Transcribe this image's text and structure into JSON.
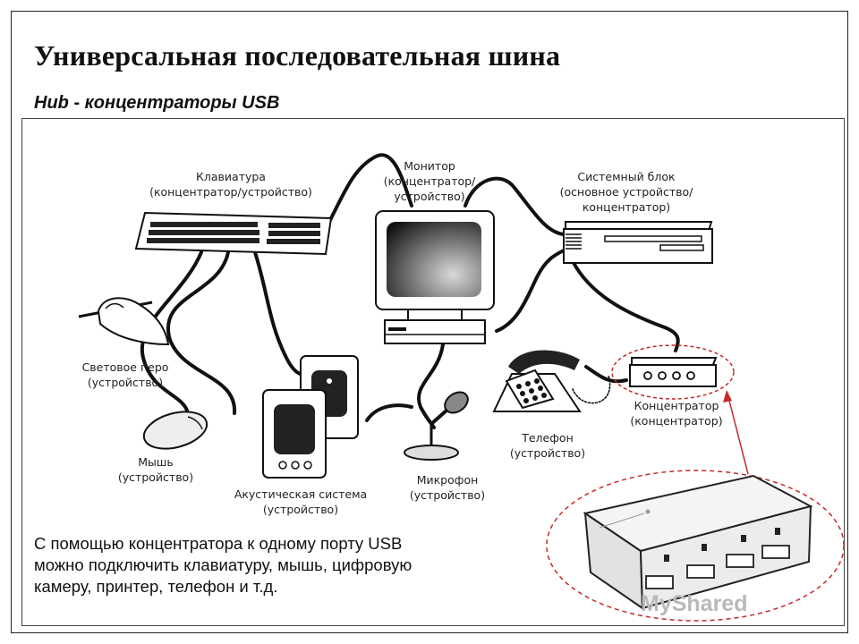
{
  "slide": {
    "title": "Универсальная последовательная шина",
    "subtitle_main": "Hub",
    "subtitle_sep": " - ",
    "subtitle_rest": "концентраторы USB"
  },
  "diagram": {
    "keyboard": {
      "line1": "Клавиатура",
      "line2": "(концентратор/устройство)"
    },
    "monitor": {
      "line1": "Монитор",
      "line2": "(концентратор/",
      "line3": "устройство)"
    },
    "system_unit": {
      "line1": "Системный блок",
      "line2": "(основное устройство/",
      "line3": "концентратор)"
    },
    "light_pen": {
      "line1": "Световое перо",
      "line2": "(устройство)"
    },
    "mouse": {
      "line1": "Мышь",
      "line2": "(устройство)"
    },
    "speakers": {
      "line1": "Акустическая система",
      "line2": "(устройство)"
    },
    "microphone": {
      "line1": "Микрофон",
      "line2": "(устройство)"
    },
    "phone": {
      "line1": "Телефон",
      "line2": "(устройство)"
    },
    "hub": {
      "line1": "Концентратор",
      "line2": "(концентратор)"
    }
  },
  "note": {
    "line1": "С помощью концентратора к одному порту USB",
    "line2": "можно подключить клавиатуру, мышь, цифровую",
    "line3": "камеру, принтер, телефон и т.д."
  },
  "watermark": {
    "text": "MyShared"
  },
  "colors": {
    "accent_arrow": "#c62828",
    "cable": "#111111"
  }
}
